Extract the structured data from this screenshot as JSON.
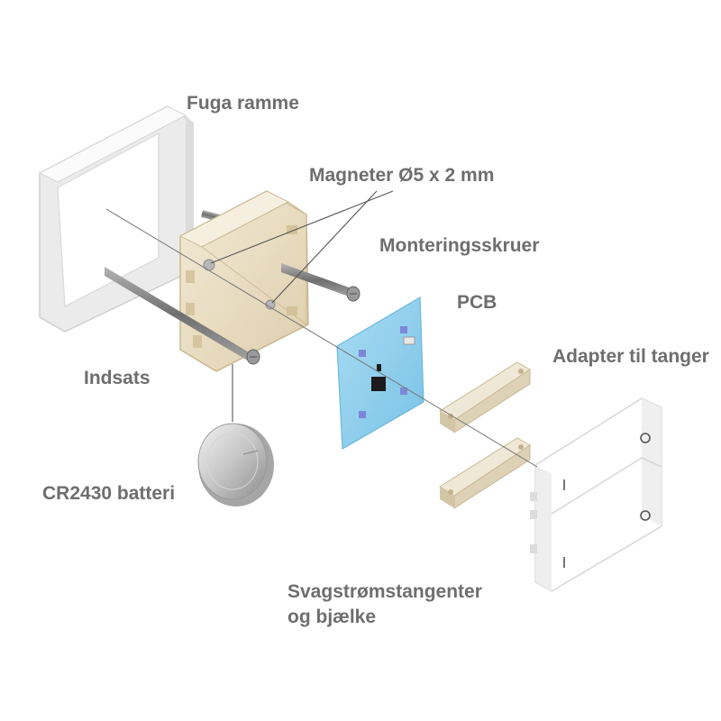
{
  "labels": {
    "frame": "Fuga ramme",
    "magnets": "Magneter Ø5 x 2 mm",
    "screws": "Monteringsskruer",
    "pcb": "PCB",
    "adapter": "Adapter til tanger",
    "insert": "Indsats",
    "battery": "CR2430 batteri",
    "keys_line1": "Svagstrømstangenter",
    "keys_line2": "og bjælke"
  },
  "colors": {
    "label_text": "#6e6e6e",
    "leader_line": "#555555",
    "frame": "#f2f2f2",
    "insert": "#e8dcc2",
    "pcb": "#8fd0ee",
    "adapter": "#e6dcc8",
    "battery": "#c9c9c9",
    "keys": "#f6f6f6"
  },
  "icons": {
    "key_top_symbol": "circle-o-icon",
    "key_bottom_symbol": "line-i-icon"
  }
}
